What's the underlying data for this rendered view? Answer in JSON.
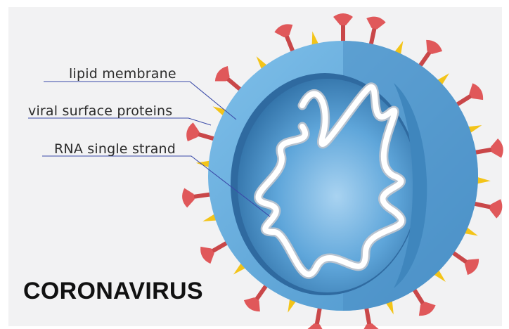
{
  "labels": {
    "lipid_membrane": "lipid membrane",
    "surface_proteins": "viral surface proteins",
    "rna_strand": "RNA single strand"
  },
  "title": "CORONAVIRUS",
  "colors": {
    "background": "#f2f2f3",
    "shell": "#5aa6d8",
    "shell_dark": "#3e85bb",
    "core": "#4e93c9",
    "spike_red": "#e0585a",
    "spike_yellow": "#f3c419",
    "rna": "#ffffff",
    "leader_line": "#3a4aa8"
  },
  "icons": {
    "spike": "protein-spike-icon",
    "rna": "rna-ribbon-icon"
  }
}
